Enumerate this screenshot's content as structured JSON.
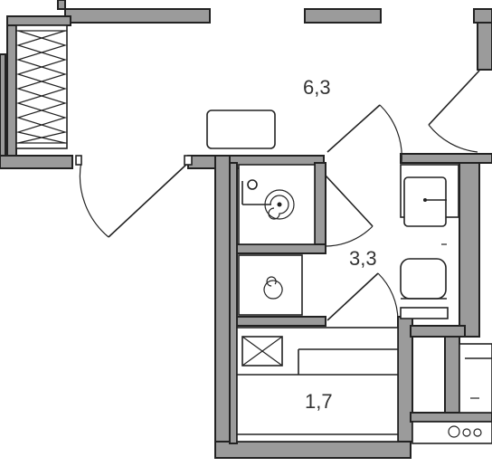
{
  "plan": {
    "rooms": [
      {
        "id": "hall",
        "area": "6,3"
      },
      {
        "id": "bathroom",
        "area": "3,3"
      },
      {
        "id": "storage",
        "area": "1,7"
      }
    ]
  }
}
